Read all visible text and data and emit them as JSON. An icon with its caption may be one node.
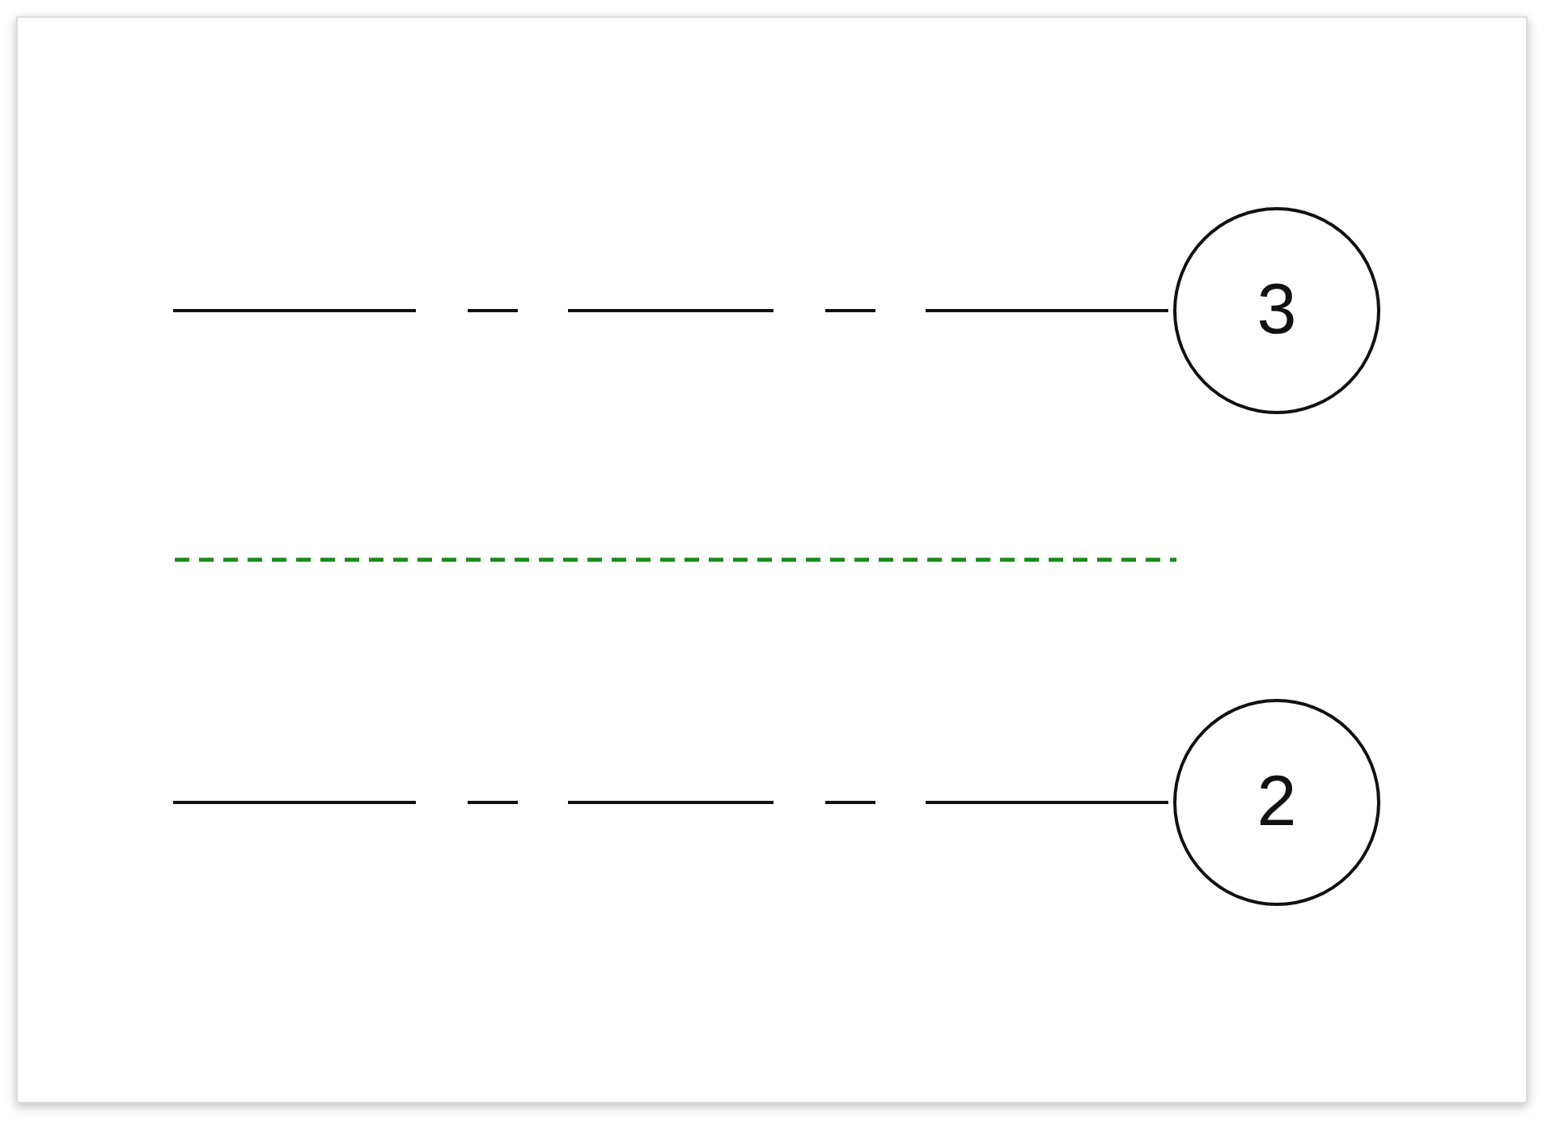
{
  "diagram": {
    "nodes": [
      {
        "text": [
          "3"
        ]
      },
      {
        "text": [
          "2"
        ]
      }
    ],
    "edges": [
      {
        "from": null,
        "to": 0,
        "arrow": "none",
        "style": "dashed"
      },
      {
        "from": null,
        "to": 1,
        "arrow": "none",
        "style": "dashed"
      }
    ]
  }
}
